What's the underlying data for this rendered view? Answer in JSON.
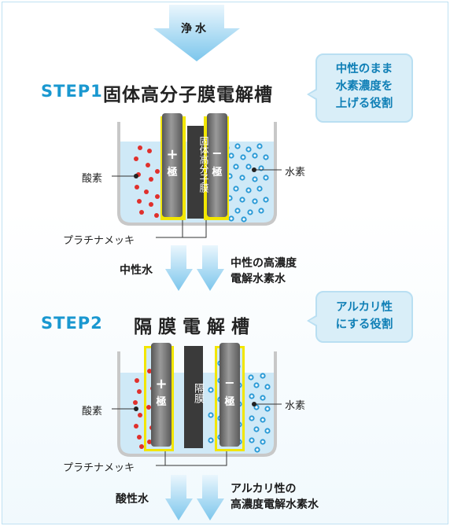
{
  "inlet_label": "浄水",
  "step1": {
    "step_label": "STEP1",
    "title": "固体高分子膜電解槽",
    "bubble_lines": [
      "中性のまま",
      "水素濃度を",
      "上げる役割"
    ],
    "membrane_label": "固体高分子膜",
    "anode_sign": "+",
    "anode_label": "極",
    "cathode_sign": "−",
    "cathode_label": "極",
    "left_gas_label": "酸素",
    "right_gas_label": "水素",
    "plating_label": "プラチナメッキ",
    "left_output": "中性水",
    "right_output_lines": [
      "中性の高濃度",
      "電解水素水"
    ]
  },
  "step2": {
    "step_label": "STEP2",
    "title": "隔膜電解槽",
    "bubble_lines": [
      "アルカリ性",
      "にする役割"
    ],
    "membrane_label": "隔膜",
    "anode_sign": "+",
    "anode_label": "極",
    "cathode_sign": "−",
    "cathode_label": "極",
    "left_gas_label": "酸素",
    "right_gas_label": "水素",
    "plating_label": "プラチナメッキ",
    "left_output": "酸性水",
    "right_output_lines": [
      "アルカリ性の",
      "高濃度電解水素水"
    ]
  },
  "colors": {
    "accent_blue": "#1a98d0",
    "bubble_bg": "#d9eef8",
    "oxygen_dot": "#e0302c",
    "hydrogen_dot": "#2a9ad6",
    "electrode_gray": "#6f6f6f",
    "platinum_yellow": "#f2e600",
    "membrane_dark": "#3a3a3a",
    "water": "#cfe9f7"
  }
}
